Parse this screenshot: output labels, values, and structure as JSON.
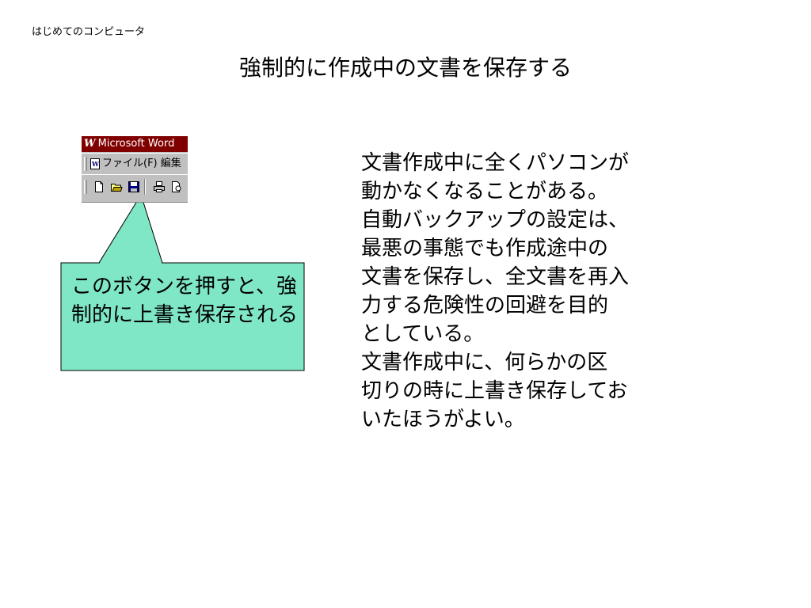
{
  "header": {
    "label": "はじめてのコンピュータ"
  },
  "slide": {
    "title": "強制的に作成中の文書を保存する"
  },
  "word_screenshot": {
    "title_bar": "Microsoft Word",
    "logo_letter": "W",
    "menu_label": "ファイル(F) 編集",
    "toolbar_icons": [
      "new-doc-icon",
      "open-folder-icon",
      "save-disk-icon",
      "print-icon",
      "print-preview-icon"
    ],
    "colors": {
      "title_bar_bg": "#800000",
      "chrome_bg": "#c0c0c0"
    }
  },
  "callout": {
    "text": "このボタンを押すと、強制的に上書き保存される",
    "fill_color": "#7fe6c6"
  },
  "body": {
    "paragraphs": [
      "文書作成中に全くパソコンが\n動かなくなることがある。",
      "自動バックアップの設定は、\n最悪の事態でも作成途中の\n文書を保存し、全文書を再入\n力する危険性の回避を目的\nとしている。",
      "文書作成中に、何らかの区\n切りの時に上書き保存してお\nいたほうがよい。"
    ]
  }
}
